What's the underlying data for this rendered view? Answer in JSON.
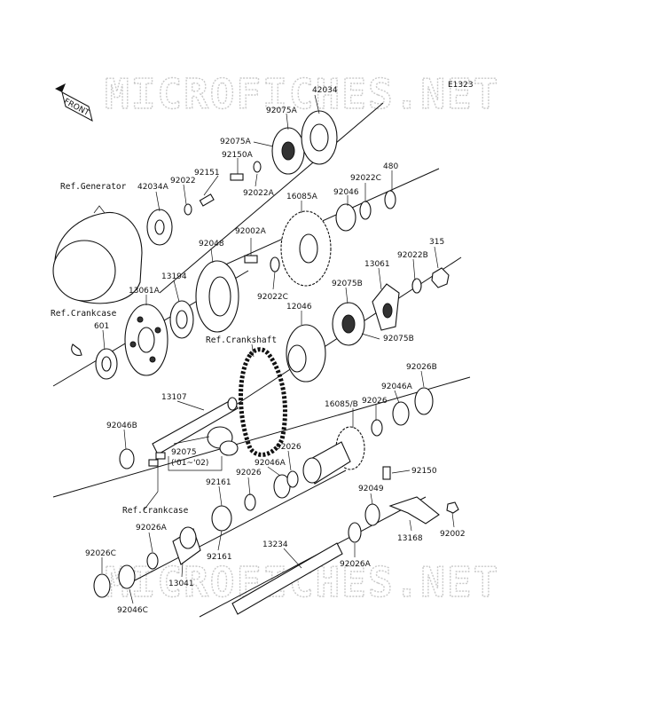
{
  "watermark": {
    "text": "MICROFICHES.NET"
  },
  "figure_code": "E1323",
  "front_label": "FRONT",
  "labels": [
    {
      "id": "42034",
      "text": "42034"
    },
    {
      "id": "92075A_1",
      "text": "92075A"
    },
    {
      "id": "92075A_2",
      "text": "92075A"
    },
    {
      "id": "92150A",
      "text": "92150A"
    },
    {
      "id": "92151",
      "text": "92151"
    },
    {
      "id": "ref_generator",
      "text": "Ref.Generator"
    },
    {
      "id": "42034A",
      "text": "42034A"
    },
    {
      "id": "92022",
      "text": "92022"
    },
    {
      "id": "92022A",
      "text": "92022A"
    },
    {
      "id": "16085A",
      "text": "16085A"
    },
    {
      "id": "92046",
      "text": "92046"
    },
    {
      "id": "92022C",
      "text": "92022C"
    },
    {
      "id": "480",
      "text": "480"
    },
    {
      "id": "92002A",
      "text": "92002A"
    },
    {
      "id": "92048",
      "text": "92048"
    },
    {
      "id": "315",
      "text": "315"
    },
    {
      "id": "92022B",
      "text": "92022B"
    },
    {
      "id": "13061",
      "text": "13061"
    },
    {
      "id": "13194",
      "text": "13194"
    },
    {
      "id": "13061A",
      "text": "13061A"
    },
    {
      "id": "92022C_2",
      "text": "92022C"
    },
    {
      "id": "92075B_1",
      "text": "92075B"
    },
    {
      "id": "ref_crankcase_1",
      "text": "Ref.Crankcase"
    },
    {
      "id": "12046",
      "text": "12046"
    },
    {
      "id": "601",
      "text": "601"
    },
    {
      "id": "92075B_2",
      "text": "92075B"
    },
    {
      "id": "ref_crankshaft",
      "text": "Ref.Crankshaft"
    },
    {
      "id": "92026B",
      "text": "92026B"
    },
    {
      "id": "92046A_1",
      "text": "92046A"
    },
    {
      "id": "13107",
      "text": "13107"
    },
    {
      "id": "16085B",
      "text": "16085/B"
    },
    {
      "id": "92026_1",
      "text": "92026"
    },
    {
      "id": "92046B",
      "text": "92046B"
    },
    {
      "id": "92075",
      "text": "92075"
    },
    {
      "id": "92075_years",
      "text": "('01~'02)"
    },
    {
      "id": "92026_2",
      "text": "92026"
    },
    {
      "id": "92046A_2",
      "text": "92046A"
    },
    {
      "id": "92150",
      "text": "92150"
    },
    {
      "id": "92161_1",
      "text": "92161"
    },
    {
      "id": "92026_3",
      "text": "92026"
    },
    {
      "id": "92049",
      "text": "92049"
    },
    {
      "id": "ref_crankcase_2",
      "text": "Ref.Crankcase"
    },
    {
      "id": "92026A_1",
      "text": "92026A"
    },
    {
      "id": "13168",
      "text": "13168"
    },
    {
      "id": "92002",
      "text": "92002"
    },
    {
      "id": "92026C",
      "text": "92026C"
    },
    {
      "id": "92161_2",
      "text": "92161"
    },
    {
      "id": "13234",
      "text": "13234"
    },
    {
      "id": "92026A_2",
      "text": "92026A"
    },
    {
      "id": "13041",
      "text": "13041"
    },
    {
      "id": "92046C",
      "text": "92046C"
    }
  ]
}
